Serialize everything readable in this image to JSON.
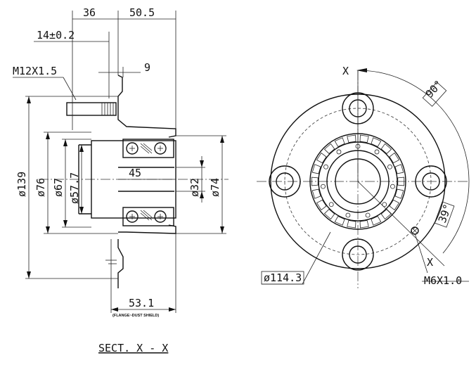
{
  "dims": {
    "d36": "36",
    "d50_5": "50.5",
    "d14": "14±0.2",
    "thread": "M12X1.5",
    "d9": "9",
    "d139": "ø139",
    "d76": "ø76",
    "d67": "ø67",
    "d57_7": "ø57.7",
    "d45": "45",
    "d32": "ø32",
    "d74": "ø74",
    "d53_1": "53.1",
    "note": "(FLANGE~DUST SHIELD)",
    "section": "SECT. X - X",
    "x_mark_1": "X",
    "x_mark_2": "X",
    "a90": "90°",
    "a39": "39°",
    "pcd": "ø114.3",
    "m6": "M6X1.0"
  }
}
